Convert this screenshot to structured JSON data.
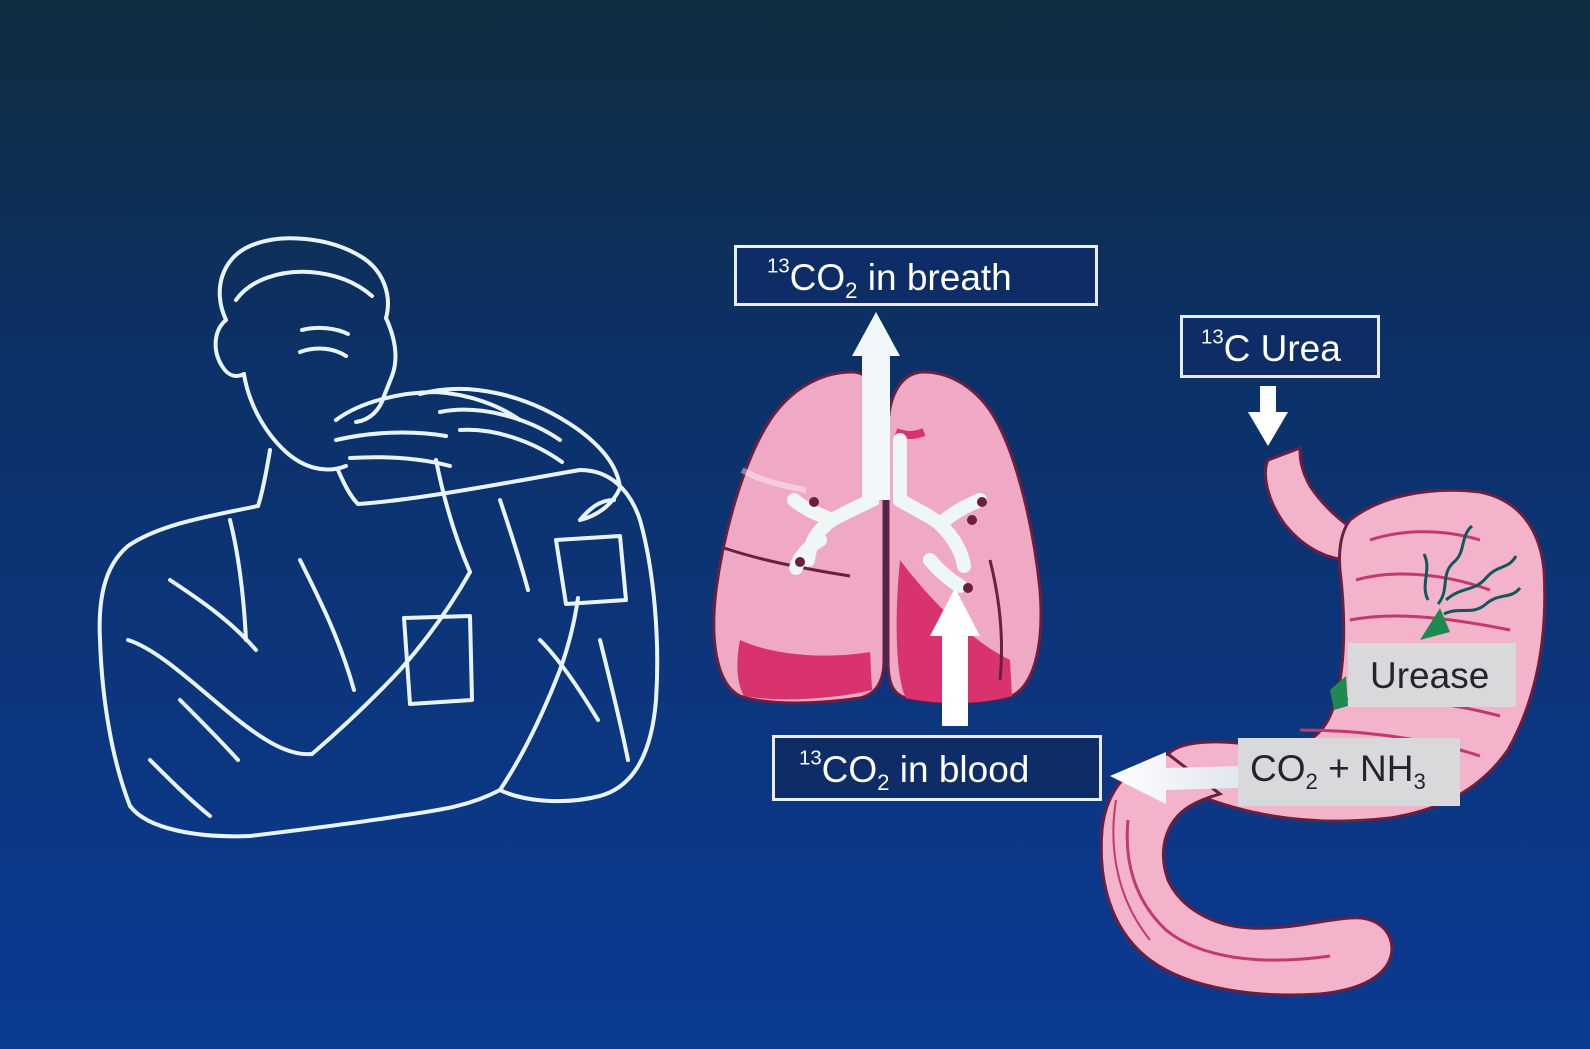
{
  "diagram": {
    "labels": {
      "breath": {
        "sup": "13",
        "main": "CO",
        "sub": "2",
        "rest": " in breath"
      },
      "urea": {
        "sup": "13",
        "rest": "C Urea"
      },
      "urease": {
        "text": "Urease"
      },
      "blood": {
        "sup": "13",
        "main": "CO",
        "sub": "2",
        "rest": " in blood"
      },
      "products": {
        "co": "CO",
        "co_sub": "2",
        "mid": " + NH",
        "nh_sub": "3"
      }
    },
    "colors": {
      "background_top": "#0f2d3f",
      "background_bottom": "#0b3a93",
      "lung_pink": "#f0a9c4",
      "lung_deep": "#d8336f",
      "stomach_pink": "#f2b3cb",
      "bacteria_green": "#1f8a4f",
      "outline_white": "#e8f4ff"
    },
    "icons": [
      "person-breath-test-icon",
      "lungs-icon",
      "stomach-intestine-icon",
      "bacteria-icon"
    ]
  }
}
